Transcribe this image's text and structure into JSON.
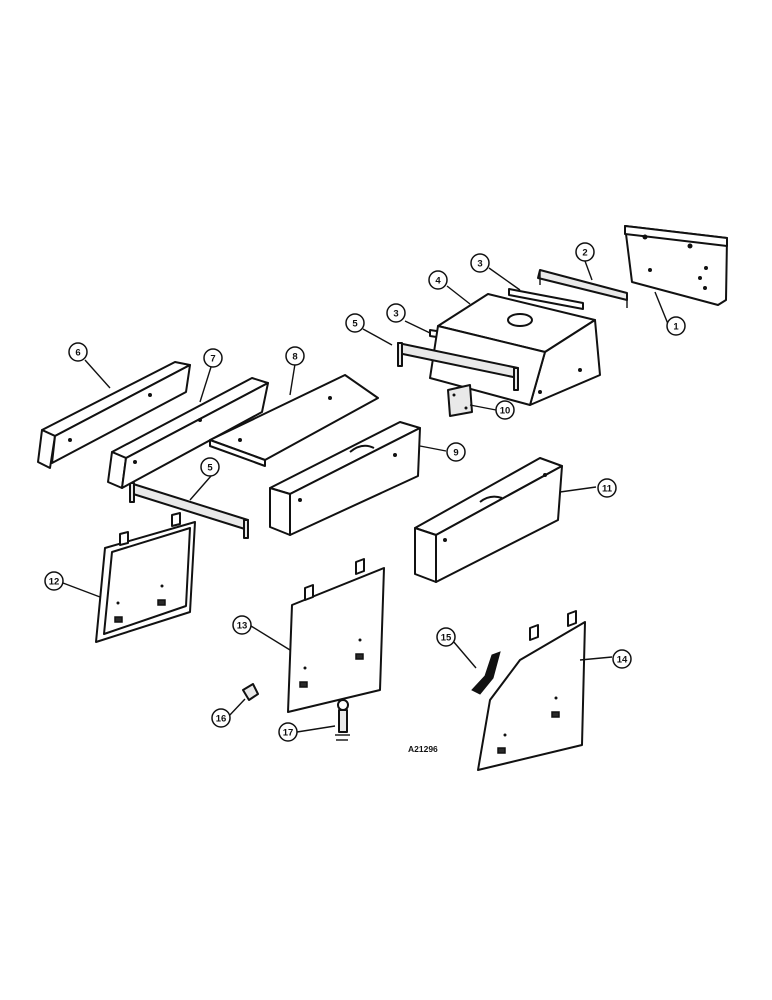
{
  "figure": {
    "code": "A21296",
    "callouts": [
      "1",
      "2",
      "3",
      "3",
      "4",
      "5",
      "5",
      "6",
      "7",
      "8",
      "9",
      "10",
      "11",
      "12",
      "13",
      "14",
      "15",
      "16",
      "17"
    ]
  }
}
